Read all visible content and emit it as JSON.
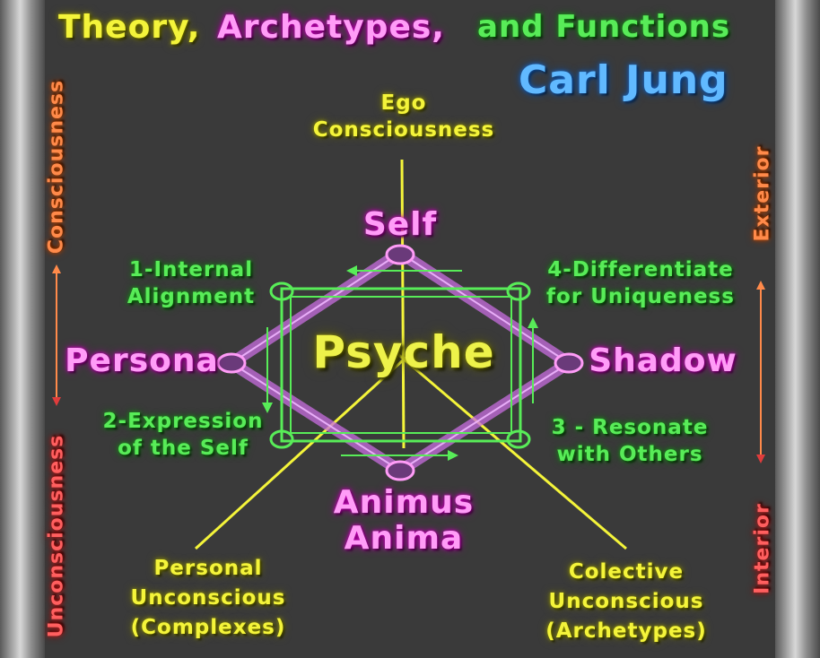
{
  "title": {
    "theory": "Theory,",
    "archetypes": "Archetypes,",
    "functions": "and Functions",
    "author": "Carl Jung"
  },
  "axis": {
    "consciousness": "Consciousness",
    "unconsciousness": "Unconsciousness",
    "exterior": "Exterior",
    "interior": "Interior"
  },
  "center": "Psyche",
  "nodes": {
    "self": "Self",
    "persona": "Persona",
    "shadow": "Shadow",
    "animus": "Animus",
    "anima": "Anima"
  },
  "functions": {
    "f1_line1": "1-Internal",
    "f1_line2": "Alignment",
    "f2_line1": "2-Expression",
    "f2_line2": "of the Self",
    "f3_line1": "3 - Resonate",
    "f3_line2": "with Others",
    "f4_line1": "4-Differentiate",
    "f4_line2": "for Uniqueness"
  },
  "levels": {
    "ego_line1": "Ego",
    "ego_line2": "Consciousness",
    "personal_line1": "Personal",
    "personal_line2": "Unconscious",
    "personal_line3": "(Complexes)",
    "collective_line1": "Colective",
    "collective_line2": "Unconscious",
    "collective_line3": "(Archetypes)"
  },
  "colors": {
    "background": "#3a3a3a",
    "yellow": "#f4f43a",
    "pink": "#ff9cf7",
    "green": "#58ec58",
    "blue": "#61b9ff",
    "orange": "#ff8a4a",
    "red": "#ff5f5f",
    "diamond": "#c86ee0"
  }
}
